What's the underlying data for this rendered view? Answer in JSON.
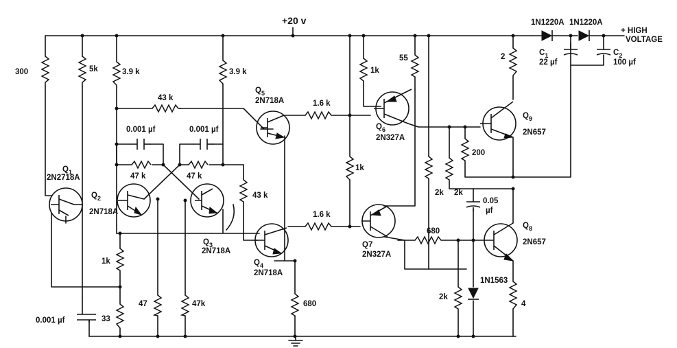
{
  "supply": {
    "label": "+20 v"
  },
  "output": {
    "label_line1": "+ HIGH",
    "label_line2": "VOLTAGE"
  },
  "transistors": [
    {
      "ref": "Q",
      "sub": "1",
      "part": "2N2718A"
    },
    {
      "ref": "Q",
      "sub": "2",
      "part": "2N718A"
    },
    {
      "ref": "Q",
      "sub": "3",
      "part": "2N718A"
    },
    {
      "ref": "Q",
      "sub": "4",
      "part": "2N718A"
    },
    {
      "ref": "Q",
      "sub": "5",
      "part": "2N718A"
    },
    {
      "ref": "Q",
      "sub": "6",
      "part": "2N327A"
    },
    {
      "ref": "Q7",
      "sub": "",
      "part": "2N327A"
    },
    {
      "ref": "Q",
      "sub": "8",
      "part": "2N657"
    },
    {
      "ref": "Q",
      "sub": "9",
      "part": "2N657"
    }
  ],
  "resistors": [
    "300",
    "5k",
    "3.9 k",
    "3.9 k",
    "43 k",
    "47 k",
    "47 k",
    "43 k",
    "1.6 k",
    "1.6 k",
    "1k",
    "1k",
    "55",
    "2",
    "200",
    "2k",
    "2k",
    "680",
    "1k",
    "33",
    "47",
    "47k",
    "680",
    "2k",
    "4"
  ],
  "capacitors": [
    {
      "value": "0.001 µf"
    },
    {
      "value": "0.001 µf"
    },
    {
      "value": "0.001 µf"
    },
    {
      "value_line1": "0.05",
      "value_line2": "µf"
    },
    {
      "ref": "C",
      "sub": "1",
      "value": "22 µf"
    },
    {
      "ref": "C",
      "sub": "2",
      "value": "100 µf"
    }
  ],
  "diodes": [
    "1N1220A",
    "1N1220A",
    "1N1563"
  ]
}
